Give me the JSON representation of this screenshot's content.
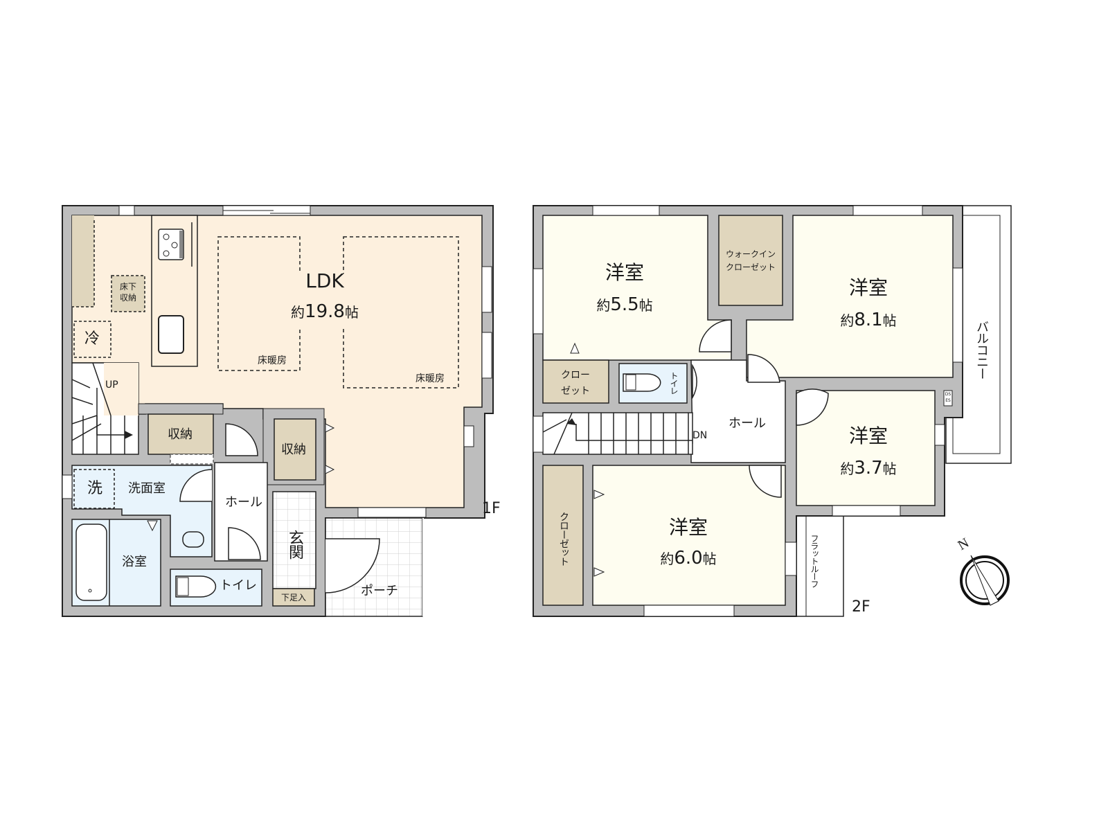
{
  "floors": [
    {
      "id": "1F",
      "label": "1F",
      "rooms": [
        {
          "key": "ldk",
          "name": "LDK",
          "size_prefix": "約",
          "size_value": "19.8",
          "size_unit": "帖"
        },
        {
          "key": "yuka_shita",
          "name": "床下\n収納",
          "line1": "床下",
          "line2": "収納"
        },
        {
          "key": "reizouko",
          "name": "冷"
        },
        {
          "key": "sentaku",
          "name": "洗"
        },
        {
          "key": "senmen",
          "name": "洗面室"
        },
        {
          "key": "yokushitsu",
          "name": "浴室"
        },
        {
          "key": "toilet",
          "name": "トイレ"
        },
        {
          "key": "hall",
          "name": "ホール"
        },
        {
          "key": "genkan",
          "name": "玄関"
        },
        {
          "key": "getabako",
          "name": "下足入"
        },
        {
          "key": "porch",
          "name": "ポーチ"
        },
        {
          "key": "storage1",
          "name": "収納"
        },
        {
          "key": "storage2",
          "name": "収納"
        }
      ],
      "annotations": {
        "floor_heating_1": "床暖房",
        "floor_heating_2": "床暖房",
        "stairs": "UP"
      }
    },
    {
      "id": "2F",
      "label": "2F",
      "rooms": [
        {
          "key": "western_a",
          "name": "洋室",
          "size_prefix": "約",
          "size_value": "5.5",
          "size_unit": "帖"
        },
        {
          "key": "wic",
          "name": "ウォークイン\nクローゼット",
          "line1": "ウォークイン",
          "line2": "クローゼット"
        },
        {
          "key": "western_b",
          "name": "洋室",
          "size_prefix": "約",
          "size_value": "8.1",
          "size_unit": "帖"
        },
        {
          "key": "closet_a",
          "name": "クロー\nゼット",
          "line1": "クロー",
          "line2": "ゼット"
        },
        {
          "key": "toilet",
          "name": "トイレ"
        },
        {
          "key": "hall",
          "name": "ホール"
        },
        {
          "key": "western_c",
          "name": "洋室",
          "size_prefix": "約",
          "size_value": "3.7",
          "size_unit": "帖"
        },
        {
          "key": "closet_b",
          "name": "クローゼット"
        },
        {
          "key": "western_d",
          "name": "洋室",
          "size_prefix": "約",
          "size_value": "6.0",
          "size_unit": "帖"
        },
        {
          "key": "balcony",
          "name": "バルコニー"
        },
        {
          "key": "flat_roof",
          "name": "フラットルーフ"
        },
        {
          "key": "ds_es",
          "line1": "DS",
          "line2": "ES"
        }
      ],
      "annotations": {
        "stairs": "DN"
      }
    }
  ],
  "compass": {
    "label": "N"
  },
  "colors": {
    "wall": "#bdbdbd",
    "ldk": "#fdf0de",
    "western": "#fefdf0",
    "storage": "#e0d6bd",
    "wet": "#e8f4fc",
    "white": "#ffffff",
    "line": "#222222"
  }
}
